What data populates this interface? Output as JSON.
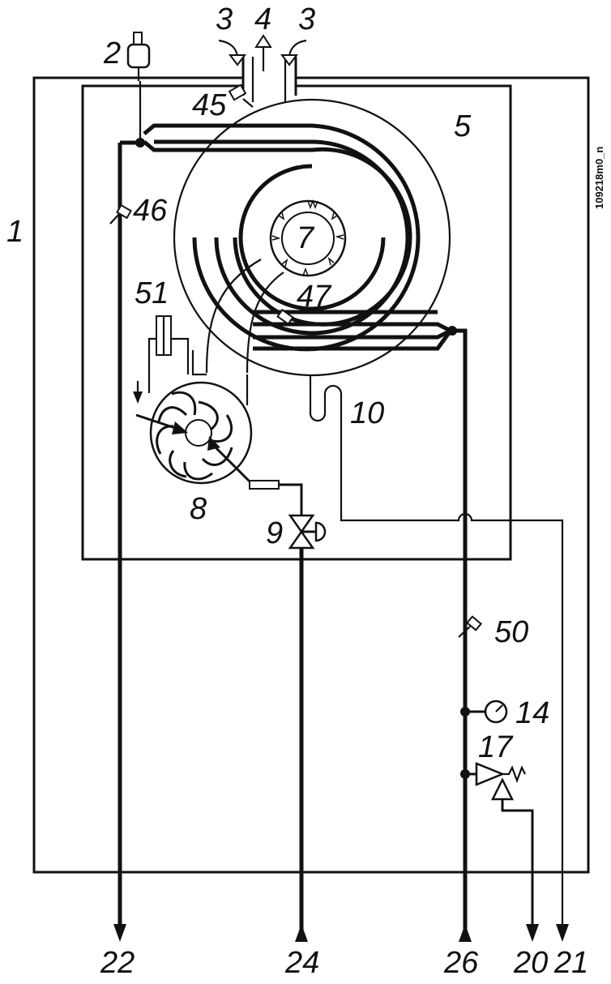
{
  "figure_code": "109218m0_n",
  "labels": {
    "casing": "1",
    "air_vent": "2",
    "air_in_left": "3",
    "air_in_right": "3",
    "flue_out": "4",
    "heat_exchanger": "5",
    "burner": "7",
    "fan": "8",
    "gas_valve": "9",
    "siphon": "10",
    "pressure_gauge": "14",
    "safety_valve": "17",
    "safety_drain": "20",
    "condensate_drain": "21",
    "flow_outlet": "22",
    "gas_inlet": "24",
    "return_inlet": "26",
    "flue_sensor": "45",
    "flow_sensor": "46",
    "exchanger_sensor": "47",
    "return_sensor": "50",
    "air_pressure_switch": "51"
  }
}
